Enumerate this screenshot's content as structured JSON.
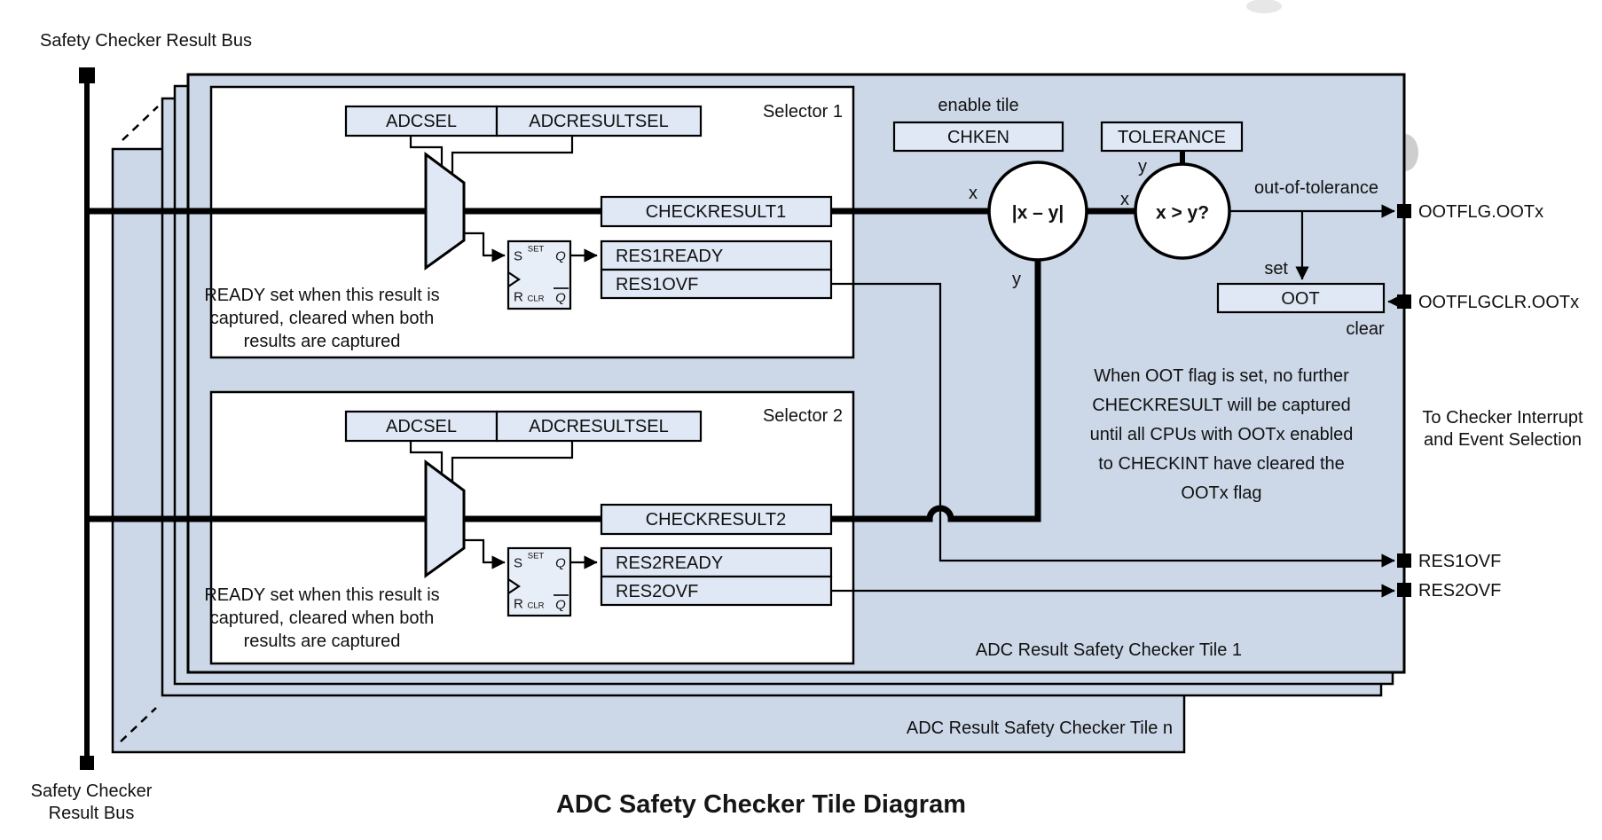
{
  "title": "ADC Safety Checker Tile Diagram",
  "bus": {
    "top_label": "Safety Checker Result Bus",
    "bottom_label_line1": "Safety Checker",
    "bottom_label_line2": "Result Bus"
  },
  "tiles": {
    "tile1_label": "ADC Result Safety Checker Tile 1",
    "tilen_label": "ADC Result Safety Checker Tile n"
  },
  "sel1": {
    "label": "Selector 1",
    "adcsel": "ADCSEL",
    "adcresultsel": "ADCRESULTSEL",
    "check": "CHECKRESULT1",
    "ready": "RES1READY",
    "ovf": "RES1OVF",
    "note": [
      "READY set when this result is",
      "captured, cleared when both",
      "results are captured"
    ]
  },
  "sel2": {
    "label": "Selector 2",
    "adcsel": "ADCSEL",
    "adcresultsel": "ADCRESULTSEL",
    "check": "CHECKRESULT2",
    "ready": "RES2READY",
    "ovf": "RES2OVF",
    "note": [
      "READY set when this result is",
      "captured, cleared when both",
      "results are captured"
    ]
  },
  "ff": {
    "s": "S",
    "set": "SET",
    "q": "Q",
    "r": "R",
    "clr": "CLR",
    "qbar": "Q"
  },
  "compare": {
    "enable_label": "enable tile",
    "chken": "CHKEN",
    "tolerance": "TOLERANCE",
    "abs": "|x – y|",
    "cmp": "x > y?",
    "x1": "x",
    "y1": "y",
    "x2": "x",
    "y2": "y",
    "oot_label": "out-of-tolerance",
    "set_label": "set",
    "clear_label": "clear",
    "oot_box": "OOT"
  },
  "outputs": {
    "ootflg": "OOTFLG.OOTx",
    "ootflgclr": "OOTFLGCLR.OOTx",
    "res1ovf": "RES1OVF",
    "res2ovf": "RES2OVF",
    "interrupt_line1": "To Checker Interrupt",
    "interrupt_line2": "and Event Selection"
  },
  "oot_note": [
    "When OOT flag is set, no further",
    "CHECKRESULT will be captured",
    "until all CPUs with OOTx enabled",
    "to CHECKINT have cleared the",
    "OOTx flag"
  ],
  "colors": {
    "tile_fill": "#ccd8e8",
    "box_fill": "#dfe8f4",
    "line": "#000000",
    "background": "#ffffff"
  }
}
